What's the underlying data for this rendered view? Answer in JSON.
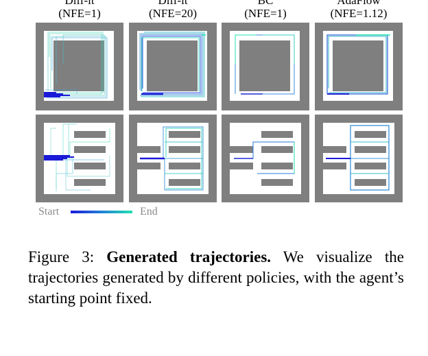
{
  "figure": {
    "columns": [
      {
        "name": "Diff-it",
        "nfe": "(NFE=1)"
      },
      {
        "name": "Diff-it",
        "nfe": "(NFE=20)"
      },
      {
        "name": "BC",
        "nfe": "(NFE=1)"
      },
      {
        "name": "AdaFlow",
        "nfe": "(NFE=1.12)"
      }
    ],
    "legend": {
      "start": "Start",
      "end": "End"
    },
    "colors": {
      "maze_wall": "#7f7f7f",
      "path_floor": "#ffffff",
      "traj_start": "#1a1ad8",
      "traj_end": "#22e0b0"
    }
  },
  "caption": {
    "label": "Figure 3:",
    "title": "Generated trajectories.",
    "text": "We visualize the trajectories generated by different policies, with the agent’s starting point fixed."
  }
}
